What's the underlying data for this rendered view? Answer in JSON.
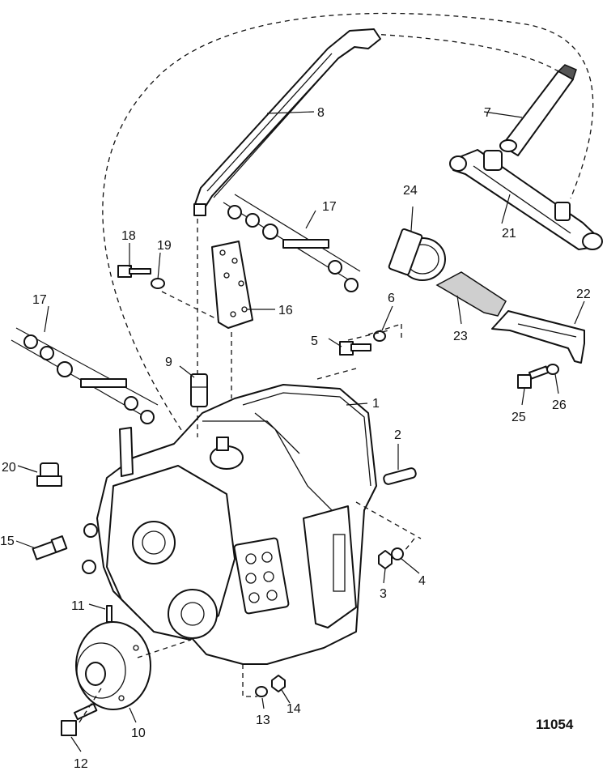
{
  "figure": {
    "number": "11054",
    "callouts": [
      "1",
      "2",
      "3",
      "4",
      "5",
      "6",
      "7",
      "8",
      "9",
      "10",
      "11",
      "12",
      "13",
      "14",
      "15",
      "16",
      "17",
      "17",
      "18",
      "19",
      "20",
      "21",
      "22",
      "23",
      "24",
      "25",
      "26"
    ]
  }
}
